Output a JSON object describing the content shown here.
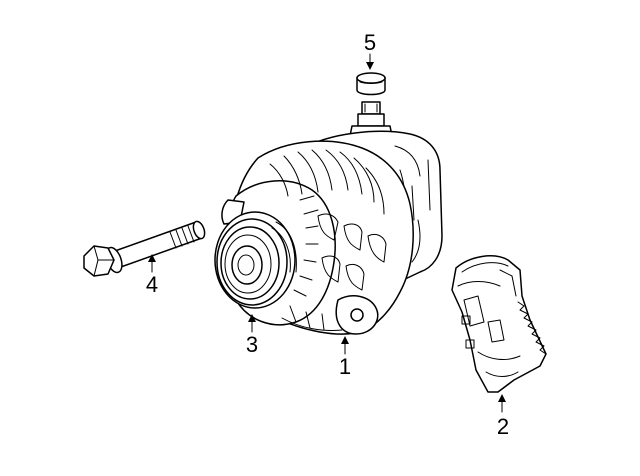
{
  "callouts": [
    {
      "id": "1",
      "label": "1"
    },
    {
      "id": "2",
      "label": "2"
    },
    {
      "id": "3",
      "label": "3"
    },
    {
      "id": "4",
      "label": "4"
    },
    {
      "id": "5",
      "label": "5"
    }
  ],
  "parts": {
    "alternator": "alternator-icon",
    "regulator": "regulator-icon",
    "pulley": "pulley-icon",
    "bolt": "bolt-icon",
    "cap": "terminal-cap-icon"
  }
}
